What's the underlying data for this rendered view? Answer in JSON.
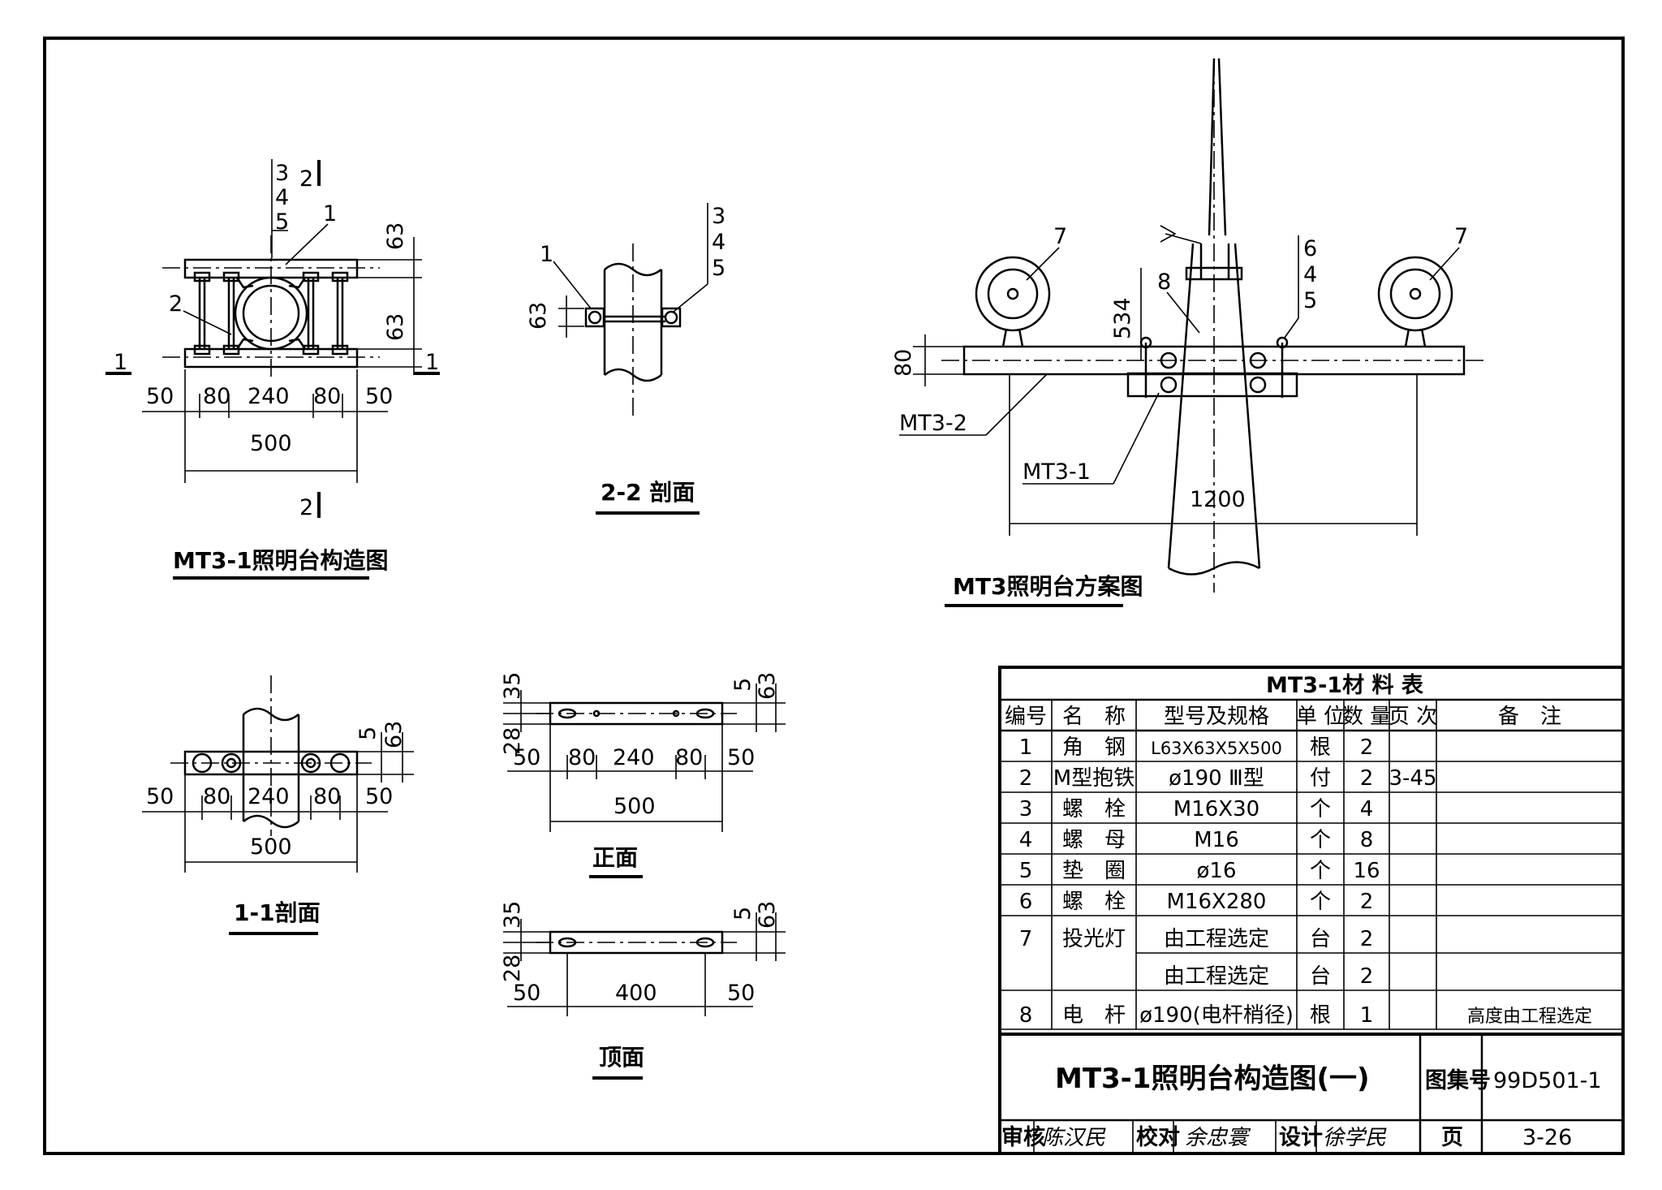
{
  "main_view": {
    "caption": "MT3-1照明台构造图",
    "section_mark": "2",
    "section_mark_bottom": "2",
    "cut_mark": "1",
    "parts": [
      "3",
      "4",
      "5",
      "1",
      "2"
    ],
    "dims_v": [
      "63",
      "63"
    ],
    "dims_h": [
      "50",
      "80",
      "240",
      "80",
      "50"
    ],
    "total": "500"
  },
  "section_22": {
    "caption": "2-2 剖面",
    "parts": [
      "1",
      "3",
      "4",
      "5"
    ],
    "dim": "63"
  },
  "scheme": {
    "caption": "MT3照明台方案图",
    "lamp_tag": "7",
    "parts": [
      "8",
      "6",
      "4",
      "5"
    ],
    "dim_height": "534",
    "dim_arm": "80",
    "dim_span": "1200",
    "label_arm": "MT3-2",
    "label_bracket": "MT3-1"
  },
  "section_11": {
    "caption": "1-1剖面",
    "dims_h": [
      "50",
      "80",
      "240",
      "80",
      "50"
    ],
    "total": "500",
    "dim_a": "5",
    "dim_b": "63"
  },
  "front": {
    "caption": "正面",
    "dim_top": "35",
    "dim_bottom": "28",
    "dim_a": "5",
    "dim_b": "63",
    "dims_h": [
      "50",
      "80",
      "240",
      "80",
      "50"
    ],
    "total": "500"
  },
  "top": {
    "caption": "顶面",
    "dim_top": "35",
    "dim_bottom": "28",
    "dim_a": "5",
    "dim_b": "63",
    "dims_h": [
      "50",
      "400",
      "50"
    ]
  },
  "material_table": {
    "title": "MT3-1材 料 表",
    "headers": [
      "编号",
      "名　称",
      "型号及规格",
      "单 位",
      "数 量",
      "页 次",
      "备　注"
    ],
    "rows": [
      [
        "1",
        "角　钢",
        "L63X63X5X500",
        "根",
        "2",
        "",
        ""
      ],
      [
        "2",
        "M型抱铁",
        "ø190 Ⅲ型",
        "付",
        "2",
        "3-45",
        ""
      ],
      [
        "3",
        "螺　栓",
        "M16X30",
        "个",
        "4",
        "",
        ""
      ],
      [
        "4",
        "螺　母",
        "M16",
        "个",
        "8",
        "",
        ""
      ],
      [
        "5",
        "垫　圈",
        "ø16",
        "个",
        "16",
        "",
        ""
      ],
      [
        "6",
        "螺　栓",
        "M16X280",
        "个",
        "2",
        "",
        ""
      ],
      [
        "7",
        "投光灯",
        "由工程选定",
        "台",
        "2",
        "",
        ""
      ],
      [
        "",
        "",
        "由工程选定",
        "台",
        "2",
        "",
        ""
      ],
      [
        "8",
        "电　杆",
        "ø190(电杆梢径)",
        "根",
        "1",
        "",
        "高度由工程选定"
      ]
    ]
  },
  "title_block": {
    "title": "MT3-1照明台构造图(一)",
    "atlas_label": "图集号",
    "atlas_no": "99D501-1",
    "review_label": "审核",
    "review_sig": "陈汉民",
    "check_label": "校对",
    "check_sig": "余忠寰",
    "design_label": "设计",
    "design_sig": "徐学民",
    "page_label": "页",
    "page_no": "3-26"
  }
}
